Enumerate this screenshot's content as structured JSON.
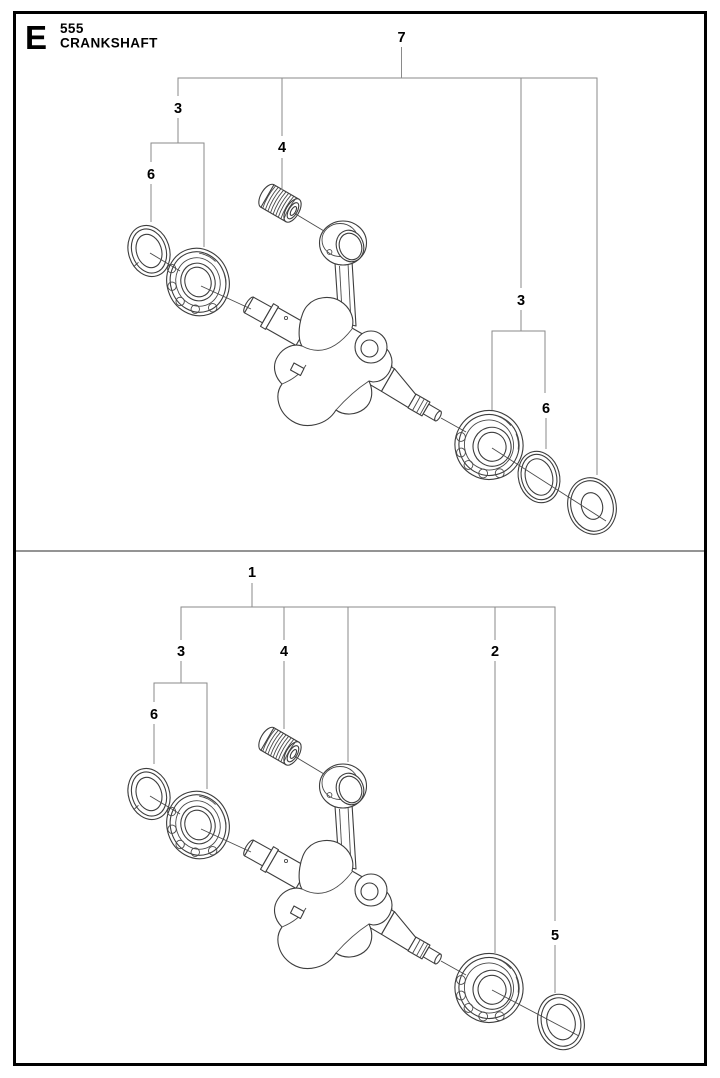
{
  "header": {
    "section_letter": "E",
    "model_number": "555",
    "title": "CRANKSHAFT"
  },
  "panels": {
    "top": {
      "callouts": {
        "full_assembly": "7",
        "bearing_left": "3",
        "seal_left": "6",
        "needle_bearing": "4",
        "bearing_right": "3",
        "washer_right": "6"
      }
    },
    "bottom": {
      "callouts": {
        "crankshaft": "1",
        "bearing_left": "3",
        "seal_left": "6",
        "needle_bearing": "4",
        "bearing_right": "2",
        "washer_right": "5"
      }
    }
  }
}
